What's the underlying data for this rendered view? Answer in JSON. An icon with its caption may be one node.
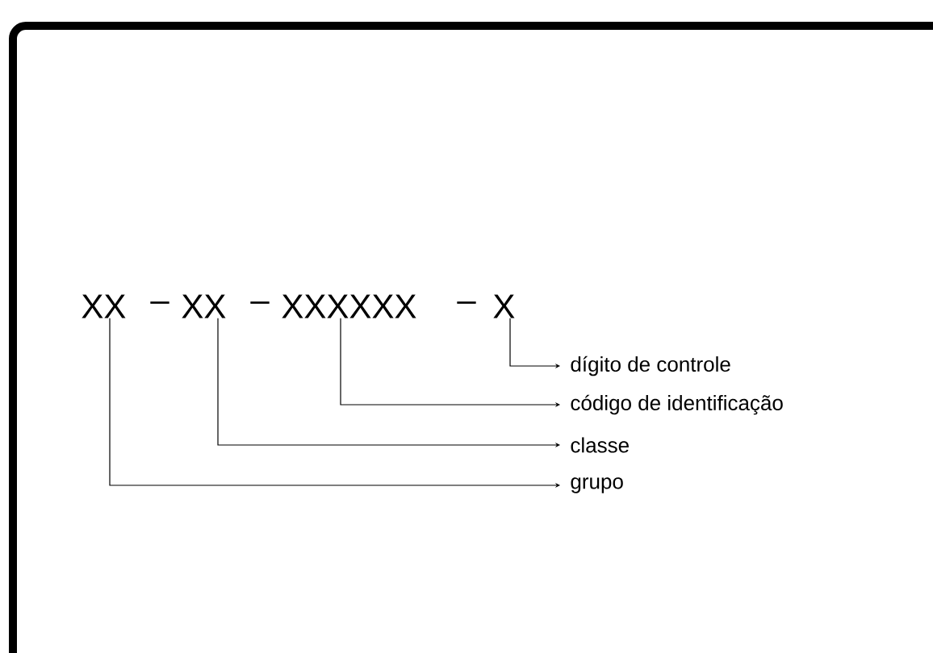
{
  "diagram": {
    "nodes": [
      {
        "text": [
          "XX"
        ]
      },
      {
        "text": [
          "XX"
        ]
      },
      {
        "text": [
          "XXXXXX"
        ]
      },
      {
        "text": [
          "X"
        ]
      },
      {
        "text": [
          "dígito de controle"
        ]
      },
      {
        "text": [
          "código de identificação"
        ]
      },
      {
        "text": [
          "classe"
        ]
      },
      {
        "text": [
          "grupo"
        ]
      }
    ],
    "edges": [
      {
        "from": 3,
        "to": 4,
        "arrow": "to"
      },
      {
        "from": 2,
        "to": 5,
        "arrow": "to"
      },
      {
        "from": 1,
        "to": 6,
        "arrow": "to"
      },
      {
        "from": 0,
        "to": 7,
        "arrow": "to"
      }
    ],
    "labels": [
      "–",
      "–",
      "–"
    ]
  }
}
